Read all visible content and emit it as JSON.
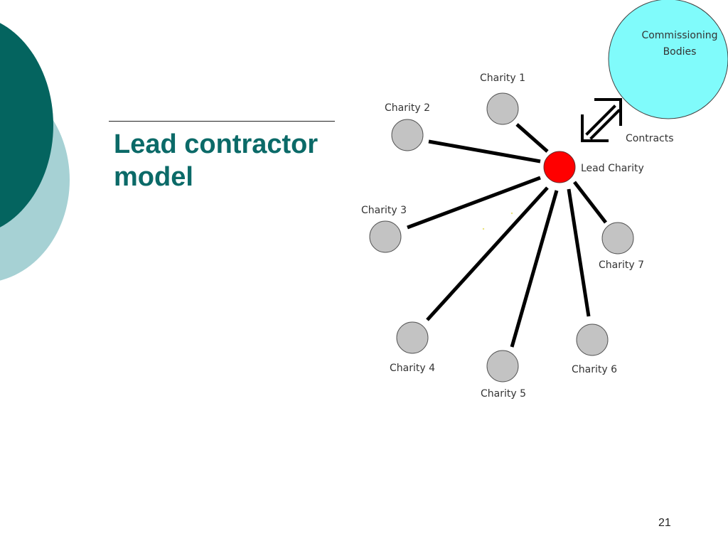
{
  "slide": {
    "title": "Lead contractor\nmodel",
    "number": "21"
  },
  "diagram": {
    "commissioning_label_line1": "Commissioning",
    "commissioning_label_line2": "Bodies",
    "contracts_label": "Contracts",
    "lead_label": "Lead Charity",
    "charities": [
      {
        "label": "Charity 1"
      },
      {
        "label": "Charity 2"
      },
      {
        "label": "Charity 3"
      },
      {
        "label": "Charity 4"
      },
      {
        "label": "Charity 5"
      },
      {
        "label": "Charity 6"
      },
      {
        "label": "Charity 7"
      }
    ],
    "colors": {
      "commissioning_fill": "#80fbfb",
      "lead_fill": "#ff0000",
      "charity_fill": "#c3c3c3",
      "title_color": "#0b6a68",
      "deco_dark": "#04645f",
      "deco_light": "#a6d1d4"
    }
  }
}
